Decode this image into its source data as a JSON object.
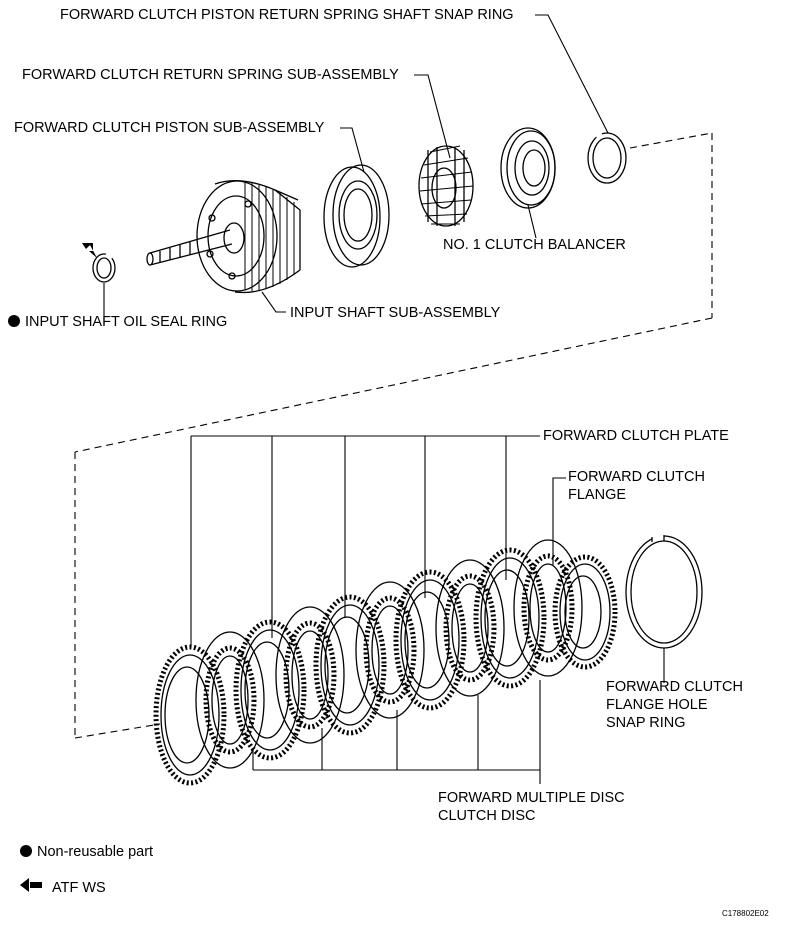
{
  "labels": {
    "snap_ring": "FORWARD CLUTCH PISTON RETURN SPRING SHAFT SNAP RING",
    "return_spring": "FORWARD CLUTCH RETURN SPRING SUB-ASSEMBLY",
    "piston": "FORWARD CLUTCH PISTON SUB-ASSEMBLY",
    "balancer": "NO. 1 CLUTCH BALANCER",
    "oil_seal_ring": "INPUT SHAFT OIL SEAL RING",
    "input_shaft": "INPUT SHAFT SUB-ASSEMBLY",
    "clutch_plate": "FORWARD CLUTCH PLATE",
    "flange_line1": "FORWARD CLUTCH",
    "flange_line2": "FLANGE",
    "flange_snap_line1": "FORWARD CLUTCH",
    "flange_snap_line2": "FLANGE HOLE",
    "flange_snap_line3": "SNAP RING",
    "disc_line1": "FORWARD MULTIPLE DISC",
    "disc_line2": "CLUTCH DISC"
  },
  "legend": {
    "non_reusable": "Non-reusable part",
    "atf": "ATF WS"
  },
  "figure_code": "C178802E02",
  "symbols": {
    "non_reusable": "filled-circle-icon",
    "atf": "arrow-left-icon"
  }
}
